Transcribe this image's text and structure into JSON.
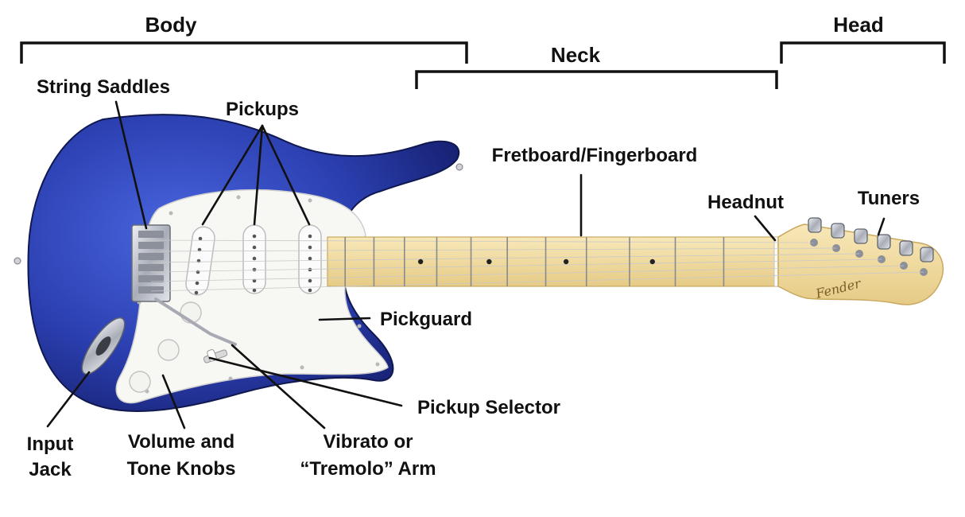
{
  "sections": {
    "body": "Body",
    "neck": "Neck",
    "head": "Head"
  },
  "labels": {
    "string_saddles": "String Saddles",
    "pickups": "Pickups",
    "fretboard": "Fretboard/Fingerboard",
    "headnut": "Headnut",
    "tuners": "Tuners",
    "pickguard": "Pickguard",
    "pickup_selector": "Pickup Selector",
    "input_jack_1": "Input",
    "input_jack_2": "Jack",
    "knobs_1": "Volume and",
    "knobs_2": "Tone Knobs",
    "arm_1": "Vibrato or",
    "arm_2": "“Tremolo” Arm"
  },
  "colors": {
    "body": "#2b3fb0",
    "body_dark": "#18247a",
    "pickguard": "#f7f7f4",
    "maple": "#f2dca2",
    "chrome": "#c9ccd3",
    "ink": "#111111"
  },
  "logo_text": "Fender"
}
